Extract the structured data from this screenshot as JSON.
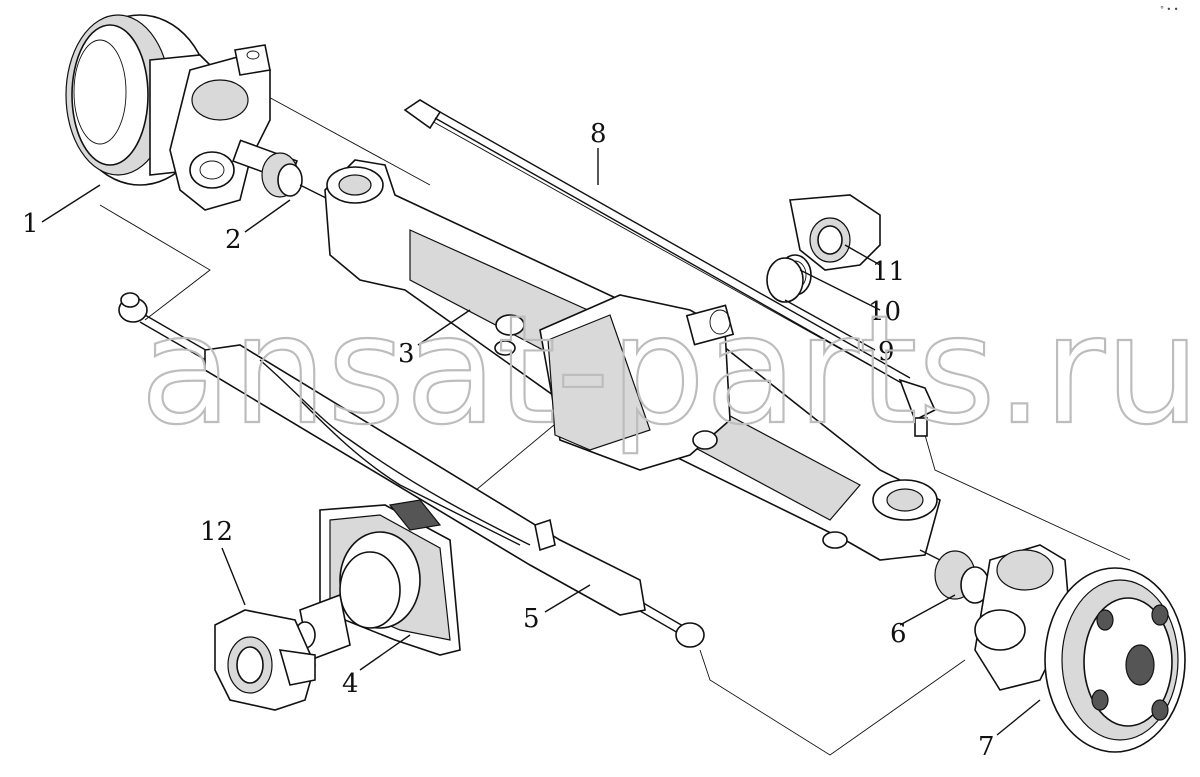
{
  "watermark": "ansat-parts.ru",
  "corner_mark": "° • •",
  "callouts": {
    "c1": "1",
    "c2": "2",
    "c3": "3",
    "c4": "4",
    "c5": "5",
    "c6": "6",
    "c7": "7",
    "c8": "8",
    "c9": "9",
    "c10": "10",
    "c11": "11",
    "c12": "12"
  }
}
